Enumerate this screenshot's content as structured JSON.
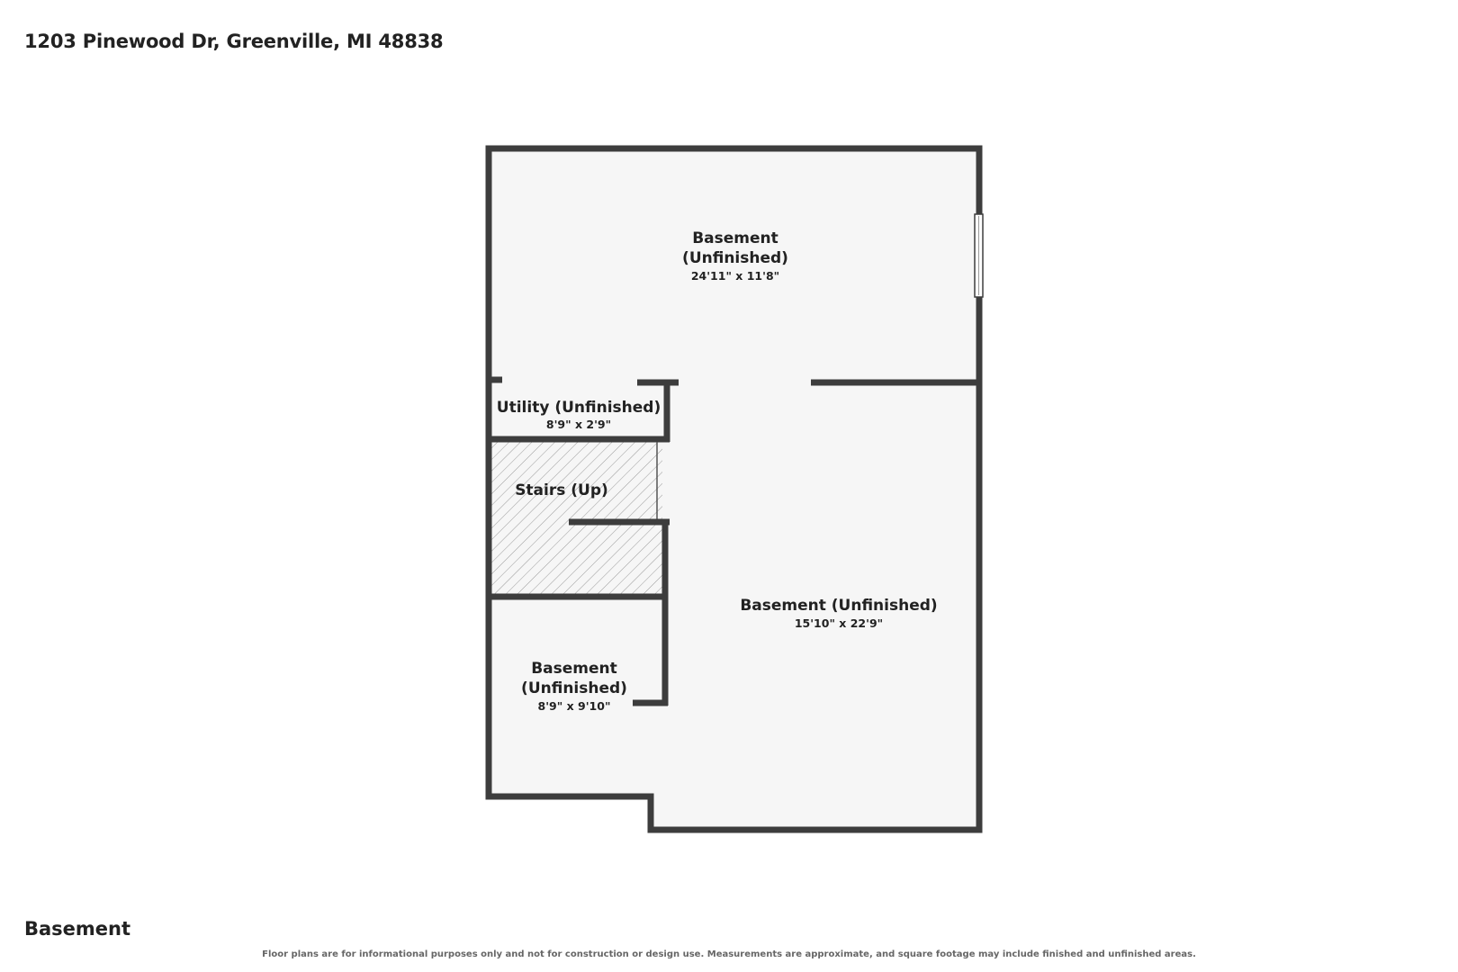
{
  "header": {
    "address": "1203 Pinewood Dr, Greenville, MI 48838"
  },
  "floor": {
    "name": "Basement"
  },
  "rooms": {
    "top_basement": {
      "name_line1": "Basement",
      "name_line2": "(Unfinished)",
      "dims": "24'11\" x 11'8\""
    },
    "utility": {
      "name": "Utility (Unfinished)",
      "dims": "8'9\" x 2'9\""
    },
    "stairs": {
      "name": "Stairs (Up)"
    },
    "main_basement": {
      "name": "Basement (Unfinished)",
      "dims": "15'10\" x 22'9\""
    },
    "small_basement": {
      "name_line1": "Basement",
      "name_line2": "(Unfinished)",
      "dims": "8'9\" x 9'10\""
    }
  },
  "footer": {
    "disclaimer": "Floor plans are for informational purposes only and not for construction or design use. Measurements are approximate, and square footage may include finished and unfinished areas."
  },
  "colors": {
    "wall": "#3d3d3d",
    "floor": "#f6f6f6",
    "hatch": "#9a9a9a"
  }
}
